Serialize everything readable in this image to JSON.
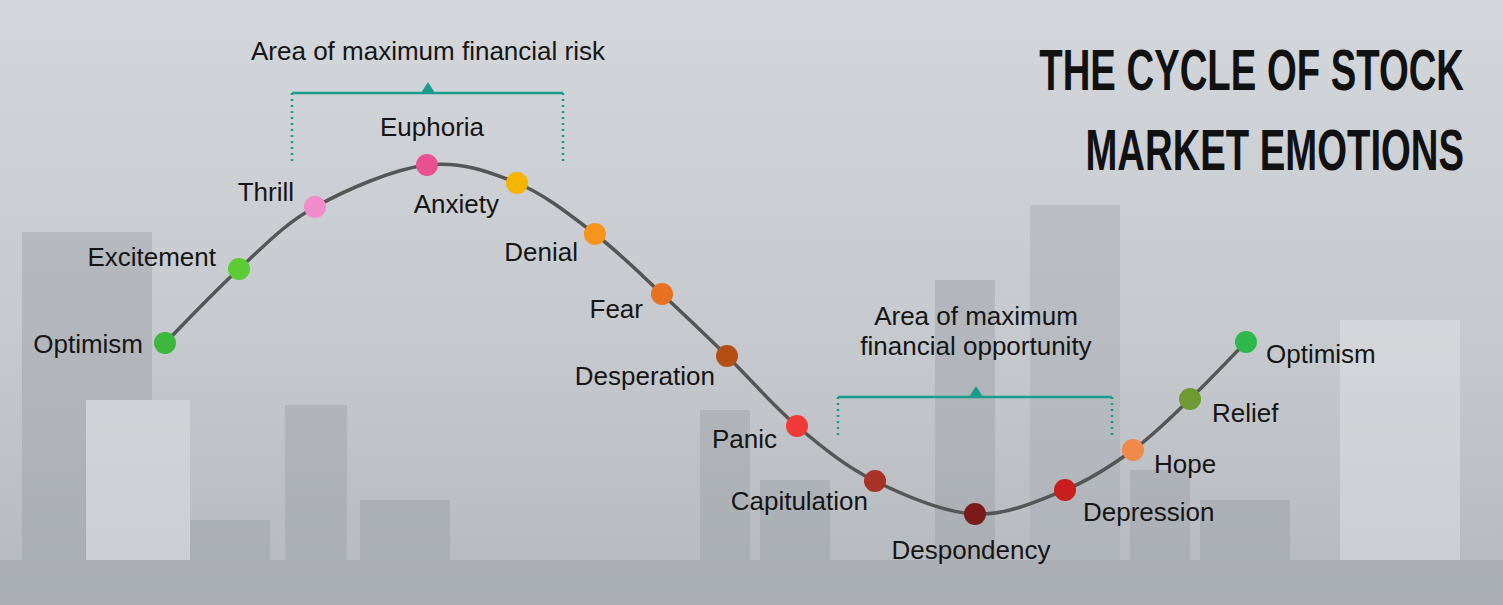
{
  "diagram": {
    "title": "THE CYCLE OF STOCK MARKET EMOTIONS",
    "labels": [
      "Area of maximum financial risk",
      "Area of maximum financial opportunity",
      "Optimism",
      "Excitement",
      "Thrill",
      "Euphoria",
      "Anxiety",
      "Denial",
      "Fear",
      "Desperation",
      "Panic",
      "Capitulation",
      "Despondency",
      "Depression",
      "Hope",
      "Relief",
      "Optimism"
    ]
  }
}
